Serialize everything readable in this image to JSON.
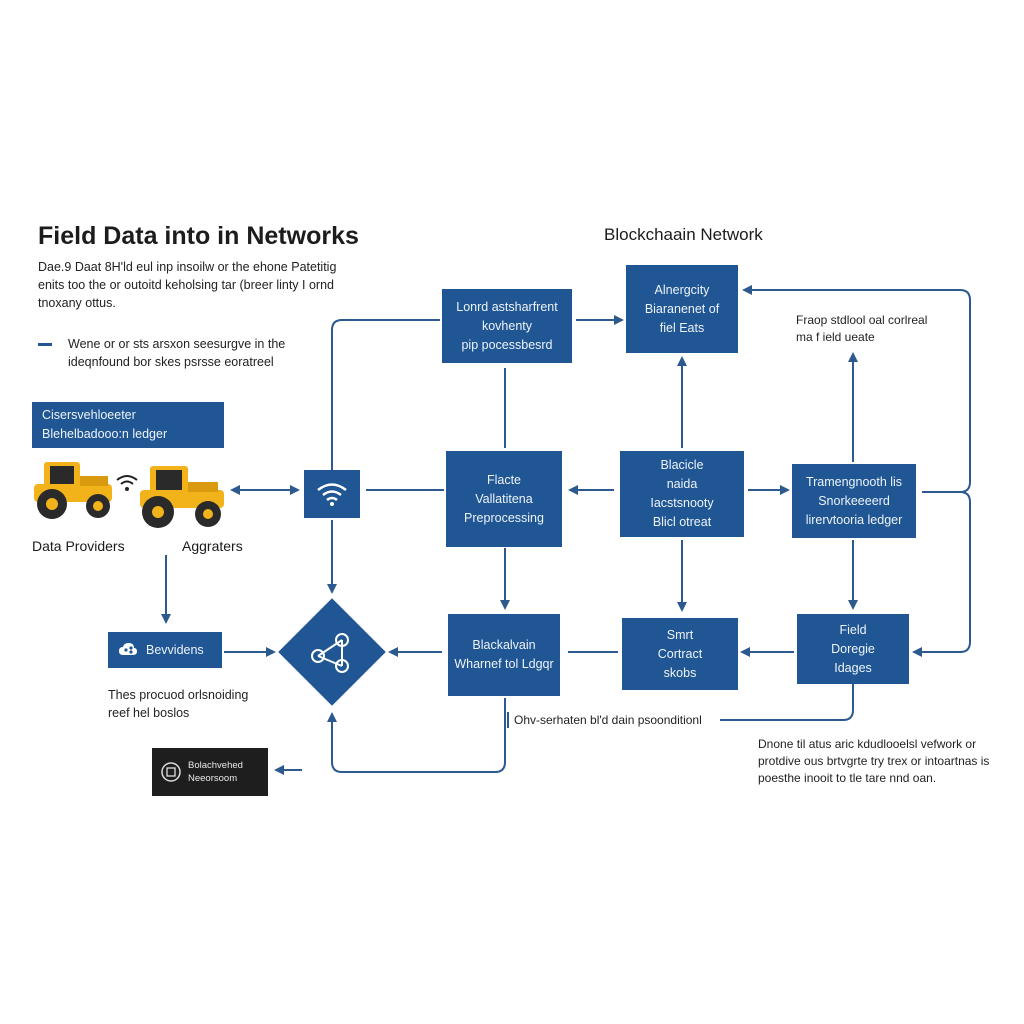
{
  "title": "Field Data into in Networks",
  "network_title": "Blockchaain Network",
  "intro": [
    "Dae.9 Daat 8H'ld eul inp insoilw or the ehone Patetitig",
    "enits too the or outoitd keholsing tar (breer linty I ornd",
    "tnoxany ottus."
  ],
  "legend_text": [
    "Wene or or sts arsxon seesurgve in the",
    "ideqnfound bor skes psrsse eoratreel"
  ],
  "ledger_banner": [
    "Cisersvehloeeter",
    "Blehelbadooo:n ledger"
  ],
  "providers_label": "Data Providers",
  "aggregators_label": "Aggraters",
  "boxes": {
    "top_process": [
      "Lonrd astsharfrent",
      "kovhenty",
      "pip pocessbesrd"
    ],
    "top_chain": [
      "Alnergcity",
      "Biaranenet of",
      "fiel Eats"
    ],
    "validate": [
      "Flacte",
      "Vallatitena",
      "Preprocessing"
    ],
    "node": [
      "Blacicle",
      "naida",
      "Iacstsnooty",
      "Blicl otreat"
    ],
    "transaction": [
      "Tramengnooth lis",
      "Snorkeeeerd",
      "lirervtooria ledger"
    ],
    "ledger": [
      "Blackalvain",
      "Wharnef tol Ldgqr"
    ],
    "contract": [
      "Smrt",
      "Cortract",
      "skobs"
    ],
    "field_storage": [
      "Field",
      "Doregie",
      "Idages"
    ]
  },
  "providers_box": "Bevvidens",
  "providers_note": [
    "Thes procuod orlsnoiding",
    "reef hel boslos"
  ],
  "dark_box": [
    "Bolachvehed",
    "Neeorsoom"
  ],
  "right_note_top": [
    "Fraop stdlool oal corlreal",
    "ma f ield ueate"
  ],
  "bottom_bar_label": "Ohv-serhaten bl'd dain psoonditionl",
  "right_note_bottom": [
    "Dnone til atus aric kdudlooelsl vefwork or",
    "protdive ous brtvgrte try trex or intoartnas is",
    "poesthe inooit to tle tare nnd oan."
  ],
  "icons": [
    "tractor-icon",
    "wifi-icon",
    "network-hub-icon",
    "cloud-share-icon",
    "box-icon"
  ],
  "colors": {
    "primary_blue": "#1f5693",
    "arrow_blue": "#2c5a8e",
    "tractor_yellow": "#f2b21a",
    "dark_box": "#1e1e1e"
  }
}
